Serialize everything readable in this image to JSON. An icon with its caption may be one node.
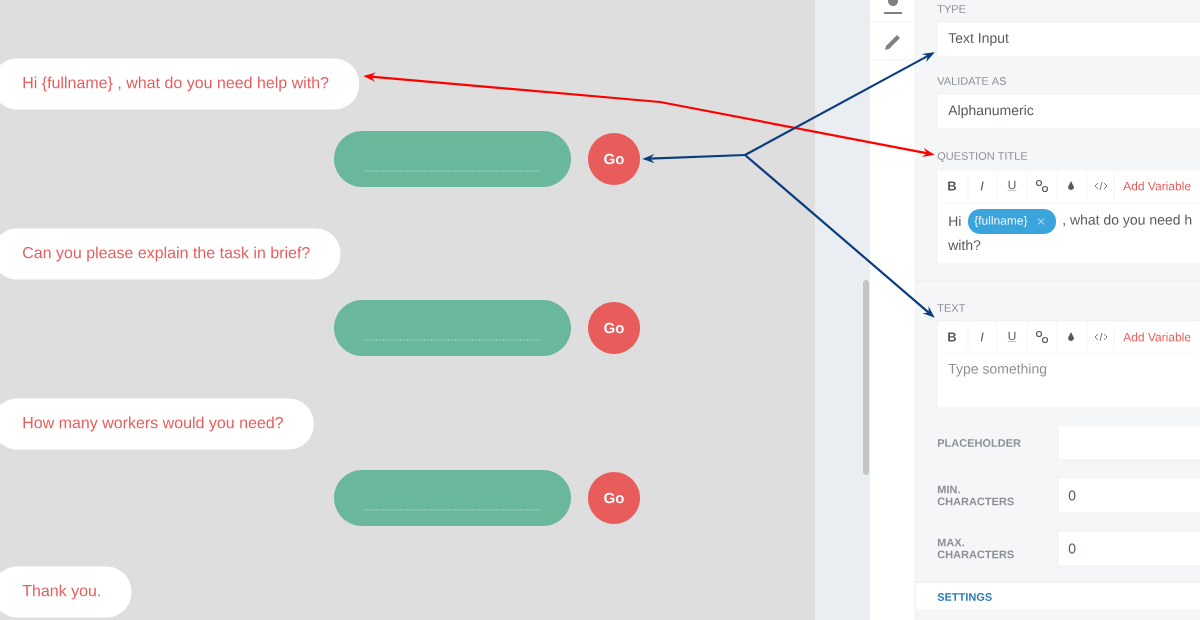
{
  "diagram": {
    "nodes": [
      {
        "text": [
          "Hi {fullname} , what do you need help with?"
        ]
      },
      {
        "text": [],
        "shape": "box"
      },
      {
        "text": [
          "Go"
        ]
      },
      {
        "text": [
          "Can you please explain the task in brief?"
        ]
      },
      {
        "text": [],
        "shape": "box"
      },
      {
        "text": [
          "Go"
        ]
      },
      {
        "text": [
          "How many workers would you need?"
        ]
      },
      {
        "text": [],
        "shape": "box"
      },
      {
        "text": [
          "Go"
        ]
      },
      {
        "text": [
          "Thank you."
        ]
      },
      {
        "text": [
          "TYPE",
          "Text Input"
        ]
      },
      {
        "text": [
          "VALIDATE AS",
          "Alphanumeric"
        ]
      },
      {
        "text": [
          "QUESTION TITLE",
          "B",
          "I",
          "U",
          "Add Variable",
          "Hi",
          "{fullname}",
          ", what do you need h",
          "with?"
        ]
      },
      {
        "text": [
          "TEXT",
          "B",
          "I",
          "U",
          "Add Variable",
          "Type something"
        ]
      },
      {
        "text": [],
        "shape": "box",
        "beside": [
          "PLACEHOLDER"
        ]
      },
      {
        "text": [
          "MIN. CHARACTERS",
          "0"
        ]
      },
      {
        "text": [
          "MAX. CHARACTERS",
          "0"
        ]
      }
    ],
    "edges": [
      {
        "from": 0,
        "to": 12,
        "arrow": "both",
        "color": "#ff0000"
      },
      {
        "from": null,
        "to": 2,
        "arrow": "to"
      },
      {
        "from": null,
        "to": 10,
        "arrow": "to"
      },
      {
        "from": null,
        "to": 13,
        "arrow": "to"
      }
    ],
    "labels": [
      "SETTINGS"
    ]
  }
}
